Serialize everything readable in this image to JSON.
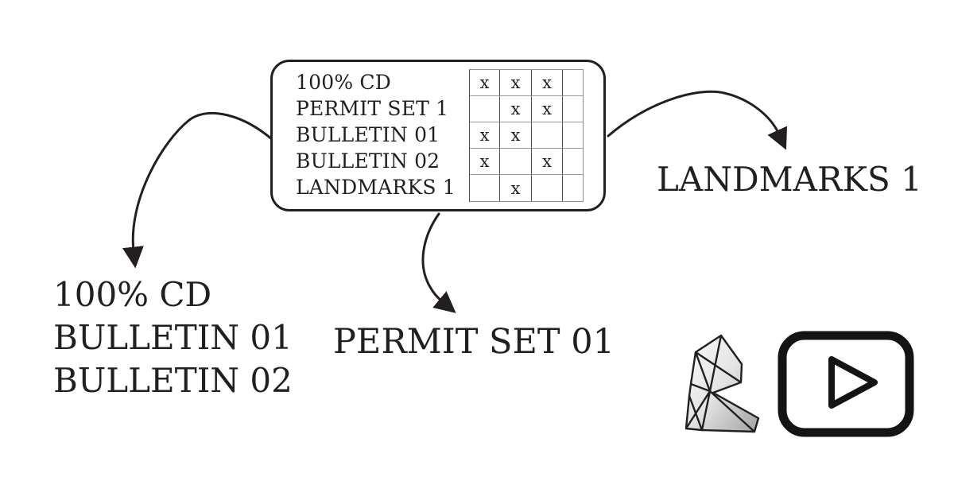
{
  "colors": {
    "ink": "#231f20",
    "grid_line_dark": "#4f4f4f",
    "grid_line_light": "#9a9a9a",
    "background": "#ffffff",
    "revit_gradient_start": "#fbfbfb",
    "revit_gradient_end": "#a2a2a2"
  },
  "matrix_box": {
    "mark_glyph": "x",
    "columns": 4,
    "rows": [
      {
        "label": "100% CD",
        "marks": [
          "x",
          "x",
          "x",
          ""
        ]
      },
      {
        "label": "PERMIT SET 1",
        "marks": [
          "",
          "x",
          "x",
          ""
        ]
      },
      {
        "label": "BULLETIN 01",
        "marks": [
          "x",
          "x",
          "",
          ""
        ]
      },
      {
        "label": "BULLETIN 02",
        "marks": [
          "x",
          "",
          "x",
          ""
        ]
      },
      {
        "label": "LANDMARKS 1",
        "marks": [
          "",
          "x",
          "",
          ""
        ]
      }
    ]
  },
  "callouts": {
    "left_list": {
      "lines": [
        "100% CD",
        "BULLETIN 01",
        "BULLETIN 02"
      ]
    },
    "permit": {
      "label": "PERMIT SET 01"
    },
    "landmarks": {
      "label": "LANDMARKS 1"
    }
  },
  "icons": {
    "revit": "revit-logo",
    "youtube": "youtube-play-logo"
  }
}
